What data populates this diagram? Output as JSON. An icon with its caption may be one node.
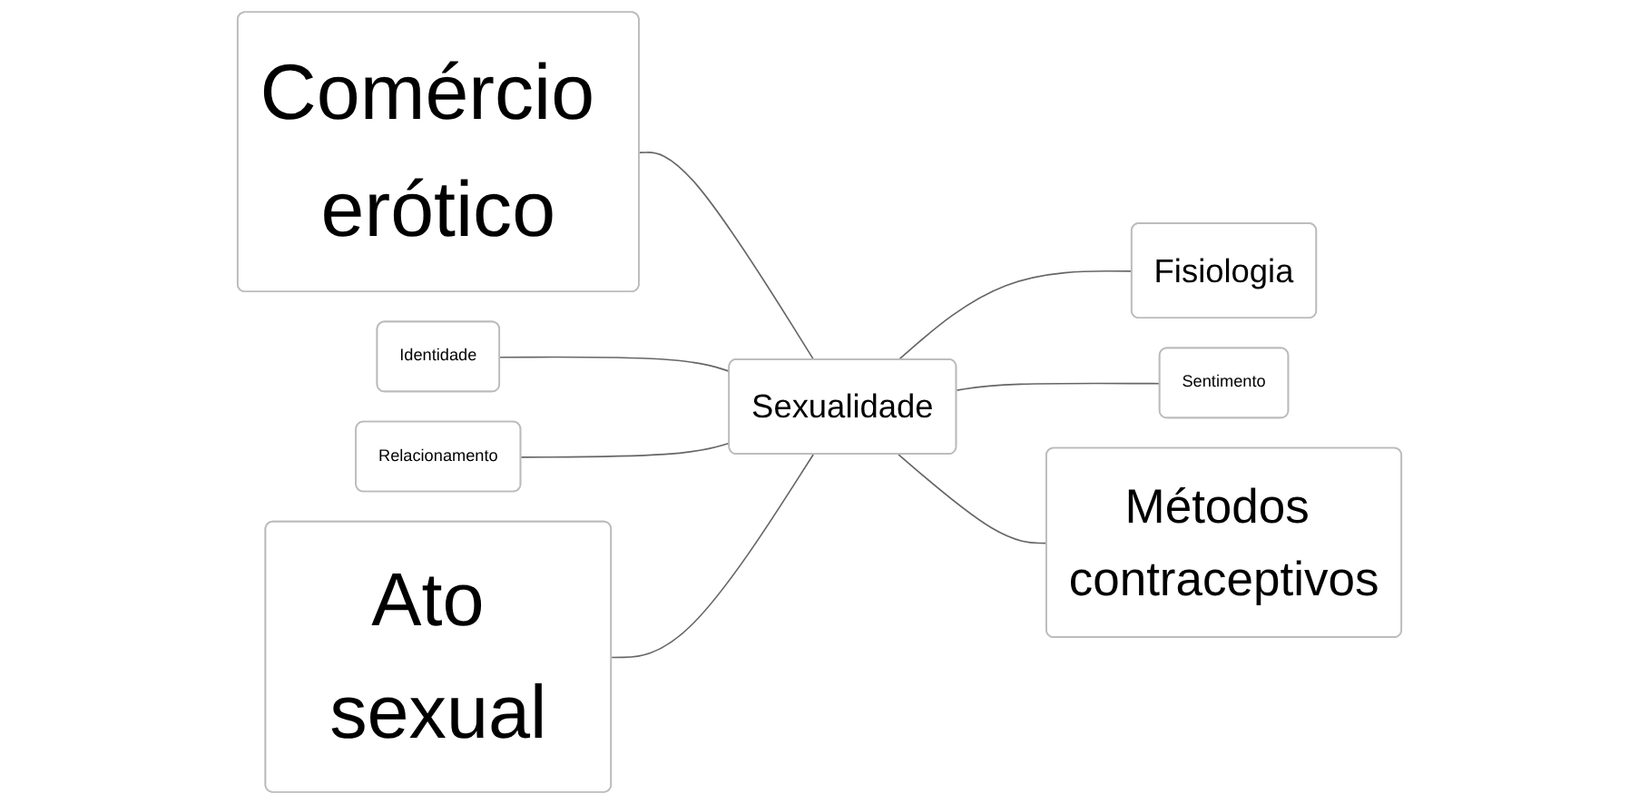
{
  "diagram": {
    "nodes": [
      {
        "text": [
          "Comércio erótico"
        ]
      },
      {
        "text": [
          "Identidade"
        ]
      },
      {
        "text": [
          "Fisiologia"
        ]
      },
      {
        "text": [
          "Relacionamento"
        ]
      },
      {
        "text": [
          "Sexualidade"
        ]
      },
      {
        "text": [
          "Sentimento"
        ]
      },
      {
        "text": [
          "Ato sexual"
        ]
      },
      {
        "text": [
          "Métodos contraceptivos"
        ]
      }
    ],
    "edges": [
      {
        "from": 0,
        "to": 4,
        "arrow": "none"
      },
      {
        "from": 1,
        "to": 4,
        "arrow": "none"
      },
      {
        "from": 4,
        "to": 2,
        "arrow": "none"
      },
      {
        "from": 3,
        "to": 4,
        "arrow": "none"
      },
      {
        "from": 4,
        "to": 5,
        "arrow": "none"
      },
      {
        "from": 6,
        "to": 4,
        "arrow": "none"
      },
      {
        "from": 4,
        "to": 7,
        "arrow": "none"
      }
    ]
  }
}
